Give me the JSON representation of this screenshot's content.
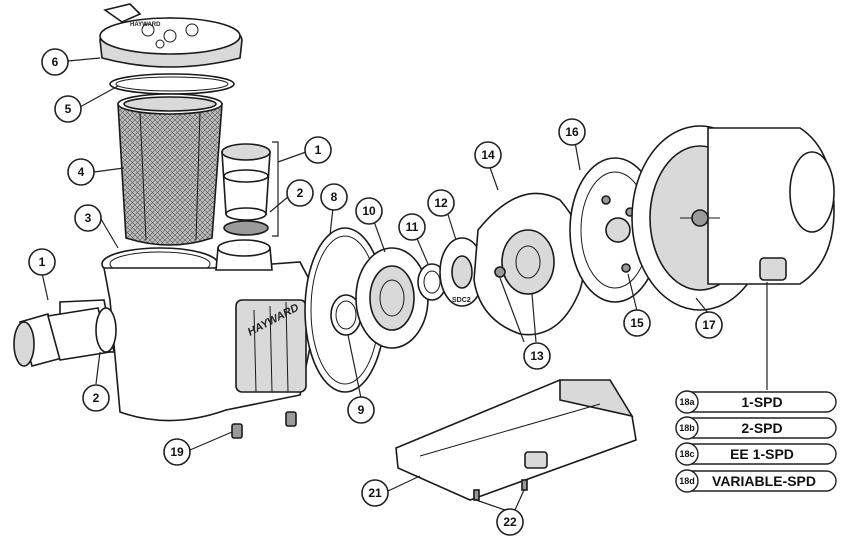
{
  "callouts": [
    {
      "id": "c6",
      "label": "6"
    },
    {
      "id": "c5",
      "label": "5"
    },
    {
      "id": "c4",
      "label": "4"
    },
    {
      "id": "c3",
      "label": "3"
    },
    {
      "id": "c1a",
      "label": "1"
    },
    {
      "id": "c1b",
      "label": "1"
    },
    {
      "id": "c2a",
      "label": "2"
    },
    {
      "id": "c2b",
      "label": "2"
    },
    {
      "id": "c8",
      "label": "8"
    },
    {
      "id": "c9",
      "label": "9"
    },
    {
      "id": "c10",
      "label": "10"
    },
    {
      "id": "c11",
      "label": "11"
    },
    {
      "id": "c12",
      "label": "12"
    },
    {
      "id": "c13",
      "label": "13"
    },
    {
      "id": "c14",
      "label": "14"
    },
    {
      "id": "c15",
      "label": "15"
    },
    {
      "id": "c16",
      "label": "16"
    },
    {
      "id": "c17",
      "label": "17"
    },
    {
      "id": "c19",
      "label": "19"
    },
    {
      "id": "c21",
      "label": "21"
    },
    {
      "id": "c22",
      "label": "22"
    }
  ],
  "motor_options": [
    {
      "id": "18a",
      "label": "1-SPD"
    },
    {
      "id": "18b",
      "label": "2-SPD"
    },
    {
      "id": "18c",
      "label": "EE 1-SPD"
    },
    {
      "id": "18d",
      "label": "VARIABLE-SPD"
    }
  ],
  "housing_brand": "HAYWARD",
  "lid_brand": "HAYWARD",
  "impeller_marking": "SDC2"
}
